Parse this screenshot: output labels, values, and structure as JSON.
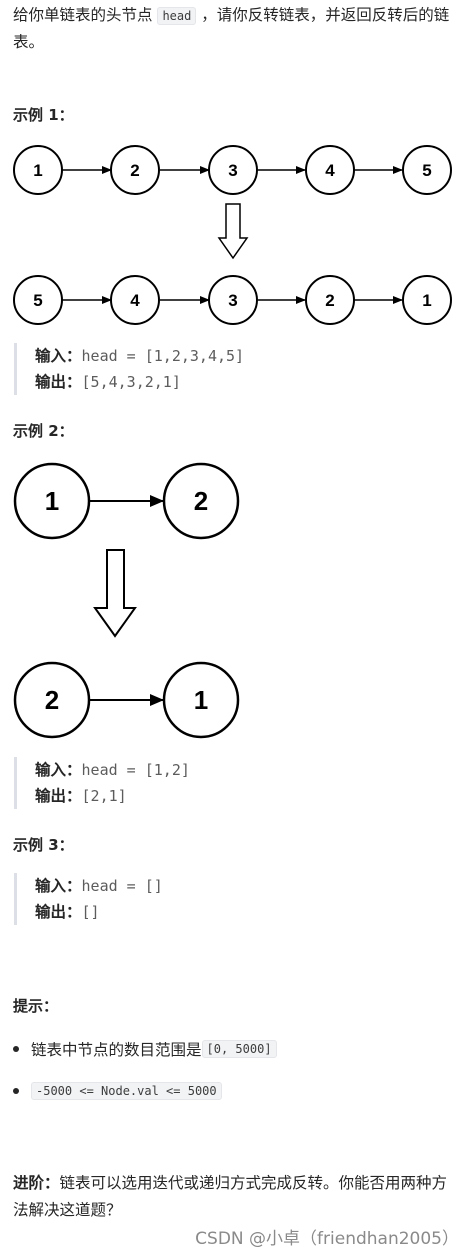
{
  "intro": {
    "text_before": "给你单链表的头节点 ",
    "code": "head",
    "text_after": " ，请你反转链表，并返回反转后的链表。"
  },
  "examples": [
    {
      "title": "示例 1：",
      "input_label": "输入：",
      "input_value": "head = [1,2,3,4,5]",
      "output_label": "输出：",
      "output_value": "[5,4,3,2,1]",
      "diagram": {
        "before": [
          "1",
          "2",
          "3",
          "4",
          "5"
        ],
        "after": [
          "5",
          "4",
          "3",
          "2",
          "1"
        ]
      }
    },
    {
      "title": "示例 2：",
      "input_label": "输入：",
      "input_value": "head = [1,2]",
      "output_label": "输出：",
      "output_value": "[2,1]",
      "diagram": {
        "before": [
          "1",
          "2"
        ],
        "after": [
          "2",
          "1"
        ]
      }
    },
    {
      "title": "示例 3：",
      "input_label": "输入：",
      "input_value": "head = []",
      "output_label": "输出：",
      "output_value": "[]"
    }
  ],
  "hints": {
    "title": "提示：",
    "items": [
      {
        "text": "链表中节点的数目范围是 ",
        "code": "[0, 5000]"
      },
      {
        "text": "",
        "code": "-5000 <= Node.val <= 5000"
      }
    ]
  },
  "advance": {
    "label": "进阶：",
    "text": "链表可以选用迭代或递归方式完成反转。你能否用两种方法解决这道题？"
  },
  "watermark": "CSDN @小卓（friendhan2005）"
}
